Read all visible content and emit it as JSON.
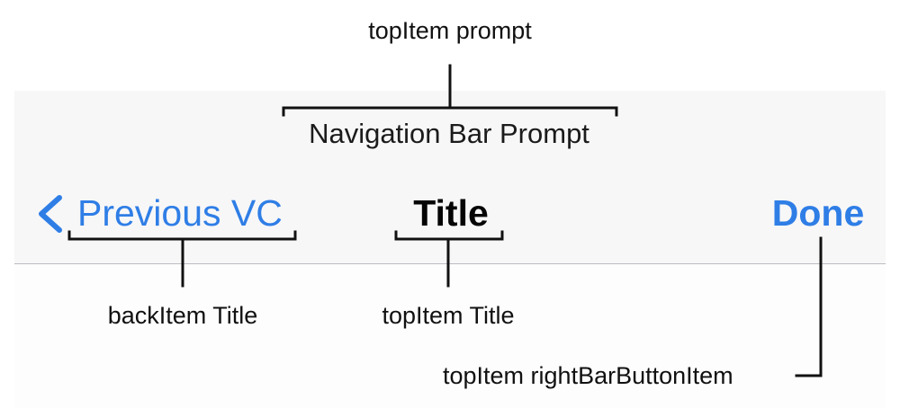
{
  "annotations": {
    "top_item_prompt": "topItem prompt",
    "back_item_title": "backItem Title",
    "top_item_title": "topItem Title",
    "top_item_right_bar_button_item": "topItem rightBarButtonItem"
  },
  "navigation_bar": {
    "prompt": "Navigation Bar Prompt",
    "back_button_label": "Previous VC",
    "back_icon": "chevron-left-icon",
    "title": "Title",
    "right_button_label": "Done"
  },
  "colors": {
    "tint": "#2f7ee6",
    "bar_background": "#f7f7f8",
    "separator": "#bdbdc2",
    "annotation_line": "#111111"
  }
}
